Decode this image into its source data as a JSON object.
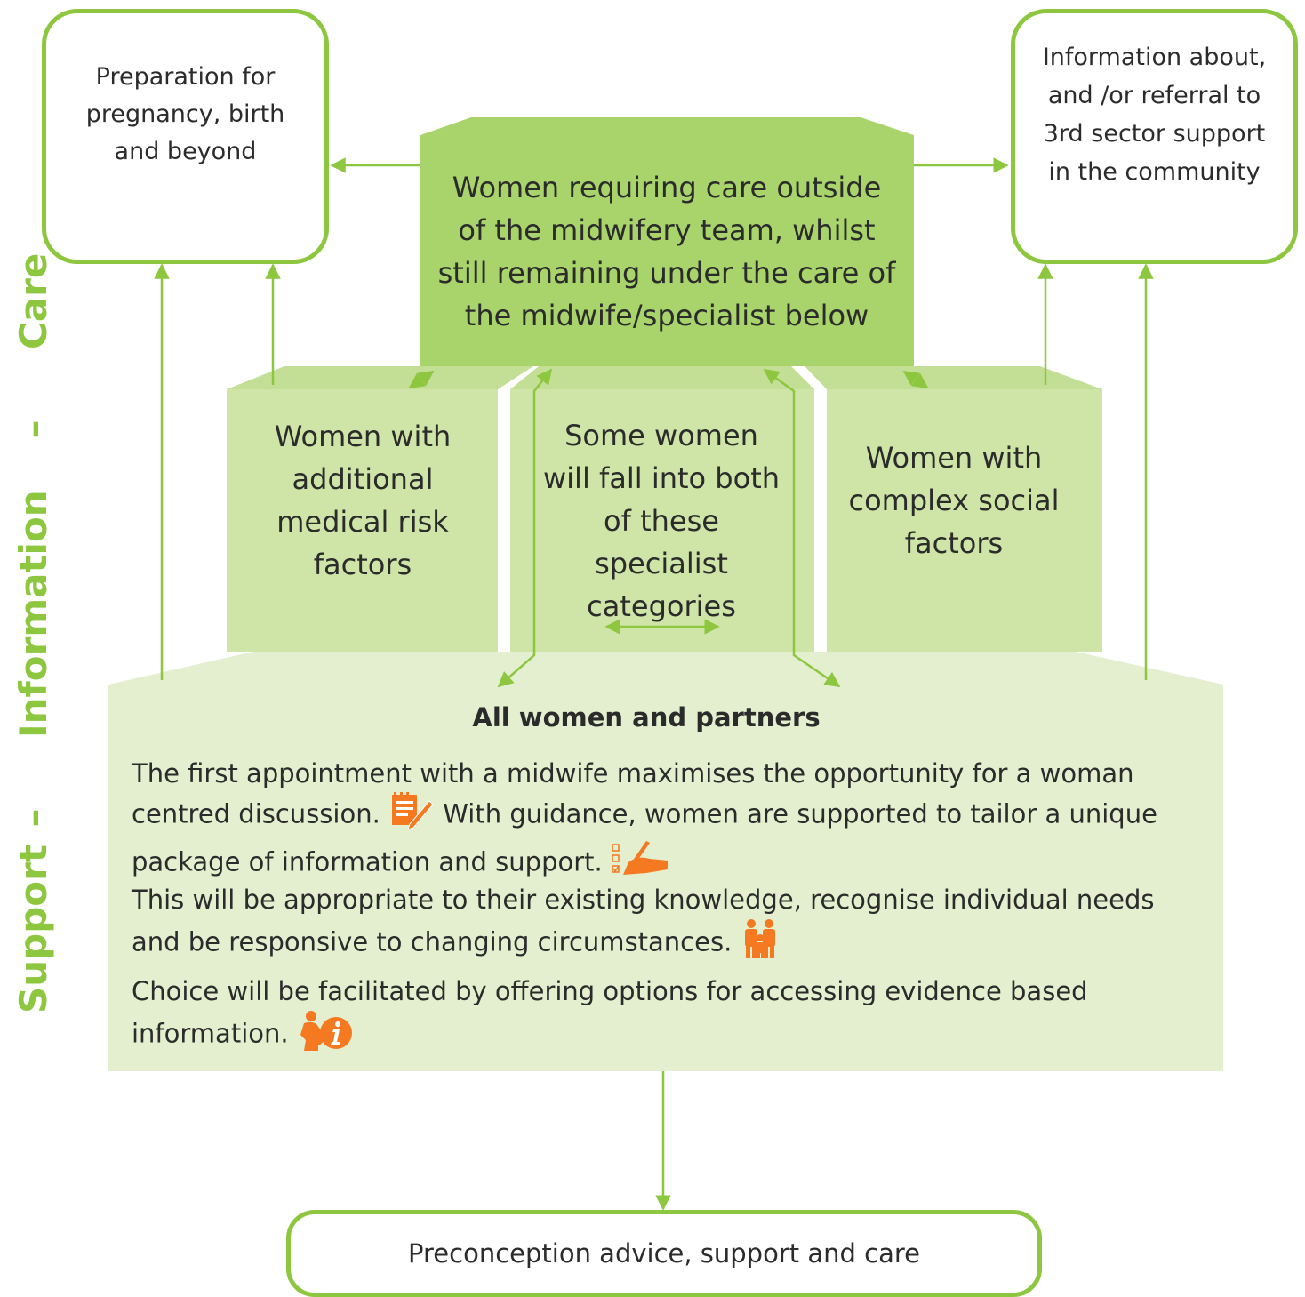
{
  "side_labels": [
    "Care",
    "–",
    "Information",
    "–",
    "Support"
  ],
  "top_left_box": "Preparation for pregnancy, birth and beyond",
  "top_right_box": "Information about, and /or referral to 3rd sector support in the community",
  "top_center_block": "Women requiring care outside of the midwifery team, whilst still remaining under the care of the midwife/specialist below",
  "middle_left_block": "Women with additional medical risk factors",
  "middle_center_block": "Some women will fall into both of these specialist categories",
  "middle_right_block": "Women with complex social factors",
  "base_block": {
    "heading": "All women and partners",
    "p1_a": "The first appointment with a midwife maximises the opportunity for a woman centred discussion.",
    "p1_b": "With guidance, women are supported to tailor a unique package of information and support.",
    "p2": "This will be appropriate to their existing knowledge, recognise individual needs and be responsive to changing circumstances.",
    "p3": "Choice will be facilitated by offering options for accessing evidence based information."
  },
  "bottom_box": "Preconception advice, support and care",
  "icons": [
    "notepad-pencil-icon",
    "hand-writing-checklist-icon",
    "family-icon",
    "pregnant-woman-info-icon"
  ],
  "colors": {
    "green_line": "#8dc63f",
    "top_block": "#a9d46c",
    "middle_block": "#cfe5a7",
    "base_block": "#e3efcf",
    "icon_orange": "#f47920"
  }
}
